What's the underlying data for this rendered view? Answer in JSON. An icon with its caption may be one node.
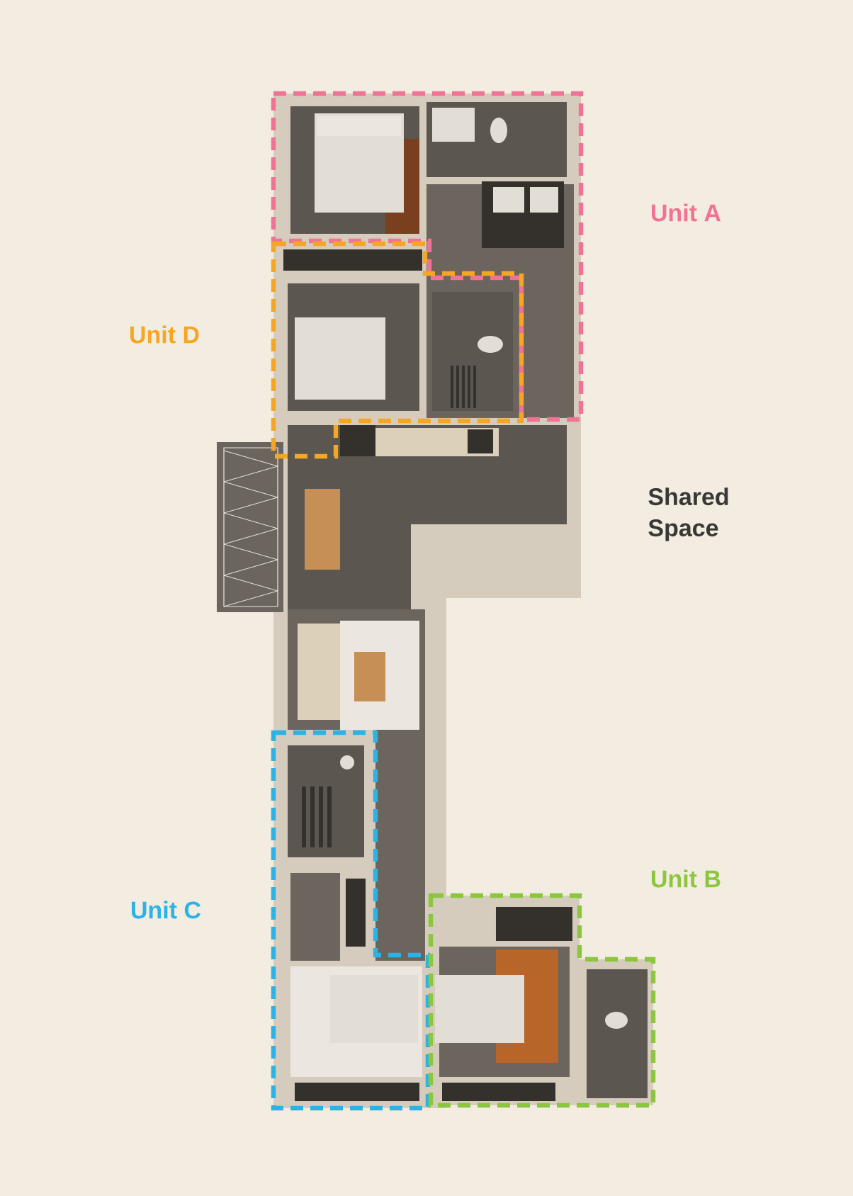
{
  "diagram": {
    "nodes": [
      {
        "text": [
          "Unit A"
        ]
      },
      {
        "text": [
          "Unit D"
        ]
      },
      {
        "text": [
          "Shared Space"
        ]
      },
      {
        "text": [
          "Unit C"
        ]
      },
      {
        "text": [
          "Unit B"
        ]
      }
    ]
  }
}
